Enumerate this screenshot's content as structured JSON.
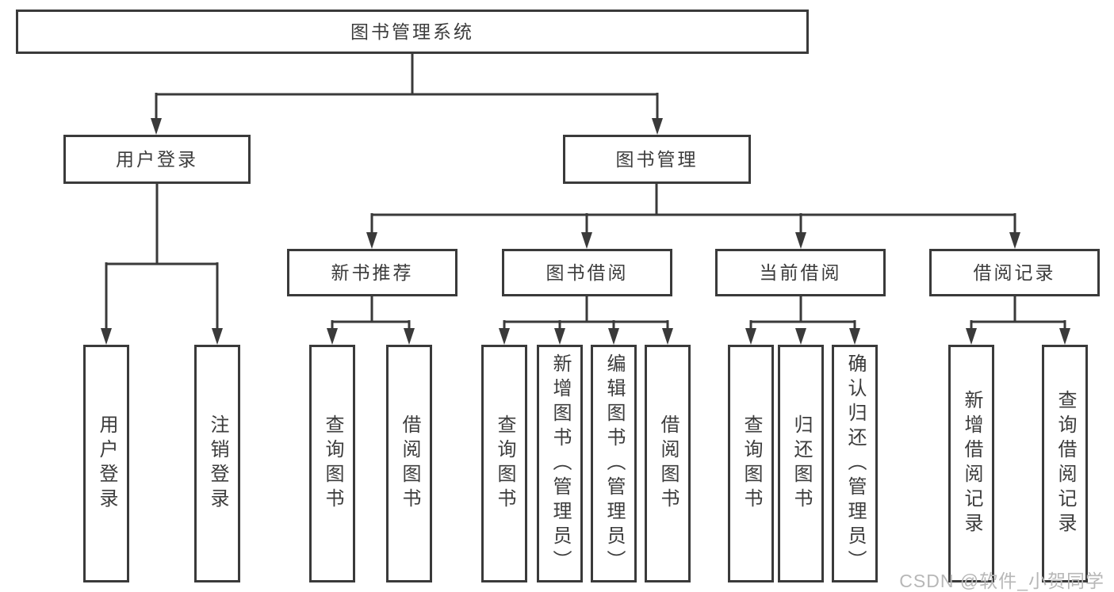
{
  "diagram": {
    "root": {
      "label": "图书管理系统"
    },
    "level2": [
      {
        "label": "用户登录"
      },
      {
        "label": "图书管理"
      }
    ],
    "level3": [
      {
        "label": "新书推荐"
      },
      {
        "label": "图书借阅"
      },
      {
        "label": "当前借阅"
      },
      {
        "label": "借阅记录"
      }
    ],
    "leaves": {
      "user_login": [
        {
          "label": "用户登录"
        },
        {
          "label": "注销登录"
        }
      ],
      "new_books": [
        {
          "label": "查询图书"
        },
        {
          "label": "借阅图书"
        }
      ],
      "book_borrow": [
        {
          "label": "查询图书"
        },
        {
          "label": "新增图书（管理员）"
        },
        {
          "label": "编辑图书（管理员）"
        },
        {
          "label": "借阅图书"
        }
      ],
      "current_borrow": [
        {
          "label": "查询图书"
        },
        {
          "label": "归还图书"
        },
        {
          "label": "确认归还（管理员）"
        }
      ],
      "borrow_records": [
        {
          "label": "新增借阅记录"
        },
        {
          "label": "查询借阅记录"
        }
      ]
    }
  },
  "watermark": {
    "text": "CSDN @软件_小贺同学"
  },
  "colors": {
    "line": "#3a3a3a",
    "box_border": "#3a3a3a",
    "text": "#3c3c3c",
    "watermark": "#b7b7b7",
    "background": "#ffffff"
  }
}
